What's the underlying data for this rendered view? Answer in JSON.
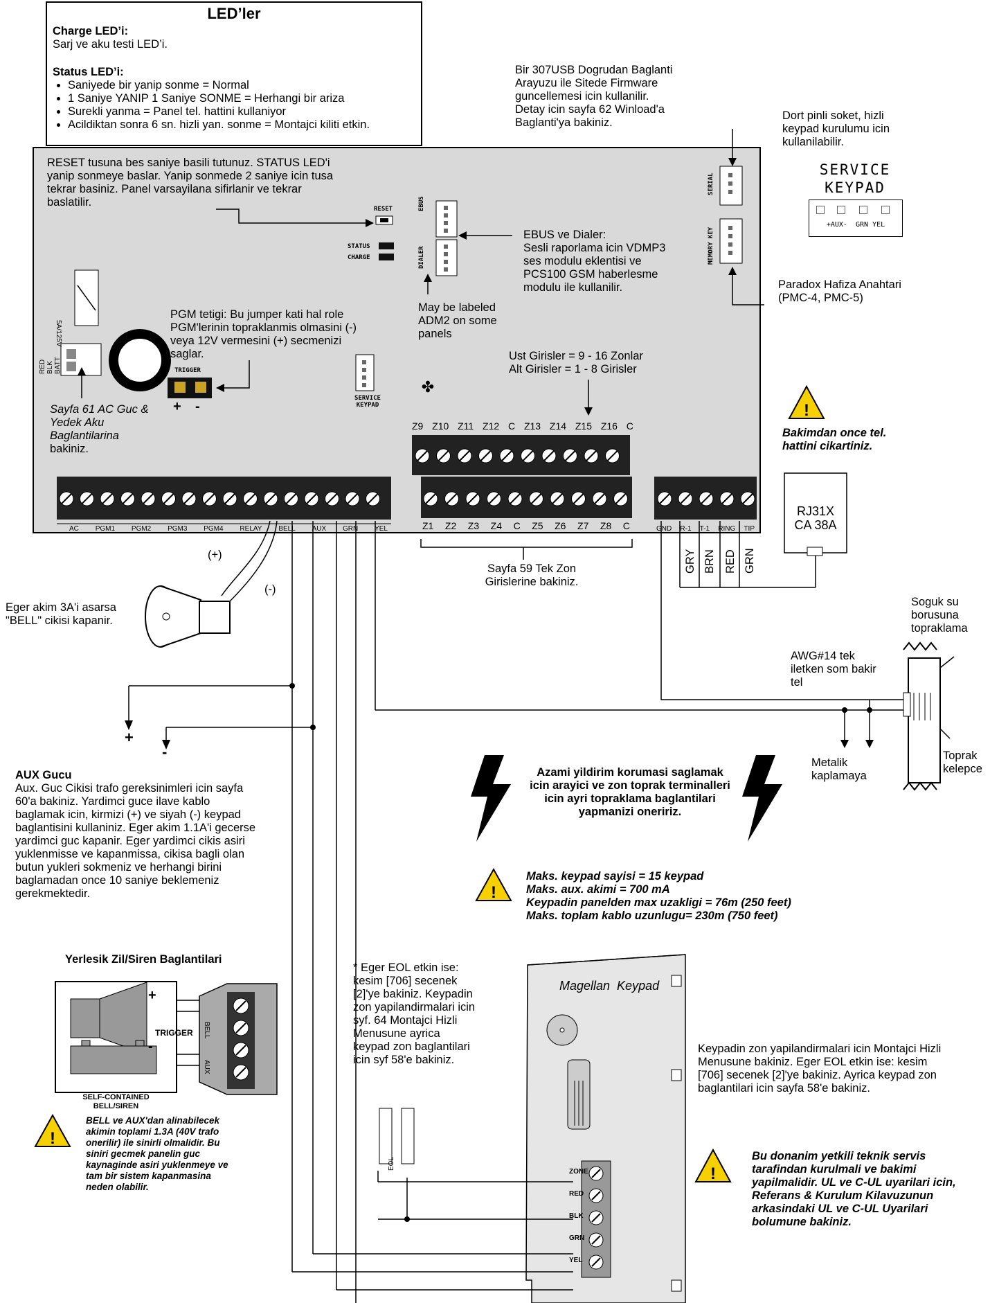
{
  "led_box": {
    "title": "LED’ler",
    "charge_heading": "Charge LED’i:",
    "charge_text": "Sarj ve aku testi LED’i.",
    "status_heading": "Status LED’i:",
    "status_items": [
      "Saniyede bir yanip sonme = Normal",
      "1 Saniye YANIP 1 Saniye SONME = Herhangi bir ariza",
      "Surekli yanma = Panel tel. hattini kullaniyor",
      "Acildiktan sonra 6 sn. hizli yan. sonme = Montajci kiliti etkin."
    ]
  },
  "notes": {
    "usb": [
      "Bir 307USB Dogrudan Baglanti",
      "Arayuzu ile Sitede Firmware",
      "guncellemesi icin kullanilir.",
      "Detay icin sayfa 62 Winload'a",
      "Baglanti'ya bakiniz."
    ],
    "four_pin": [
      "Dort pinli soket, hizli",
      "keypad kurulumu icin",
      "kullanilabilir."
    ],
    "reset": [
      "RESET tusuna bes saniye basili tutunuz. STATUS LED'i",
      "yanip sonmeye baslar. Yanip sonmede 2 saniye icin tusa",
      "tekrar basiniz. Panel varsayilana sifirlanir ve tekrar",
      "baslatilir."
    ],
    "ebus": [
      "EBUS ve Dialer:",
      "Sesli raporlama icin VDMP3",
      "ses modulu eklentisi ve",
      "PCS100 GSM haberlesme",
      "modulu ile kullanilir."
    ],
    "memory_key": [
      "Paradox Hafiza Anahtari",
      "(PMC-4, PMC-5)"
    ],
    "pgm": [
      "PGM tetigi: Bu jumper kati hal role",
      "PGM'lerinin topraklanmis olmasini (-)",
      "veya 12V vermesini (+) secmenizi",
      "saglar."
    ],
    "adm2": [
      "May be labeled",
      "ADM2 on some",
      "panels"
    ],
    "zones": [
      "Ust Girisler = 9 - 16 Zonlar",
      "Alt Girisler = 1 - 8 Girisler"
    ],
    "ac_batt": [
      "Sayfa 61 AC Guc &",
      "Yedek Aku",
      "Baglantilarina"
    ],
    "ac_batt_end": "bakiniz.",
    "zone_ref": [
      "Sayfa 59 Tek Zon",
      "Girislerine bakiniz."
    ],
    "bell_cutoff": [
      "Eger akim 3A'i asarsa",
      "\"BELL\" cikisi kapanir."
    ],
    "phone_warning": [
      "Bakimdan once tel.",
      "hattini cikartiniz."
    ],
    "water": [
      "Soguk su",
      "borusuna",
      "topraklama"
    ],
    "awg": [
      "AWG#14 tek",
      "iletken som bakir",
      "tel"
    ],
    "metal": [
      "Metalik",
      "kaplamaya"
    ],
    "clamp": [
      "Toprak",
      "kelepce"
    ],
    "lightning": [
      "Azami yildirim korumasi saglamak",
      "icin arayici ve zon toprak terminalleri",
      "icin ayri topraklama baglantilari",
      "yapmanizi oneririz."
    ],
    "limits": [
      "Maks. keypad sayisi = 15 keypad",
      "Maks. aux. akimi = 700 mA",
      "Keypadin panelden max uzakligi = 76m (250 feet)",
      "Maks. toplam kablo uzunlugu= 230m (750 feet)"
    ],
    "aux_title": "AUX Gucu",
    "aux_body": [
      "Aux. Guc Cikisi trafo gereksinimleri icin sayfa",
      "60'a bakiniz. Yardimci guce ilave kablo",
      "baglamak icin, kirmizi (+) ve siyah (-) keypad",
      "baglantisini kullaniniz. Eger akim 1.1A'i gecerse",
      "yardimci guc kapanir. Eger yardimci cikis asiri",
      "yuklenmisse ve kapanmissa, cikisa bagli olan",
      "butun yukleri sokmeniz ve herhangi birini",
      "baglamadan once 10 saniye beklemeniz",
      "gerekmektedir."
    ],
    "siren_title": "Yerlesik Zil/Siren Baglantilari",
    "eol": [
      "* Eger EOL etkin ise:",
      "kesim [706] secenek",
      "[2]'ye bakiniz. Keypadin",
      "zon yapilandirmalari icin",
      "syf. 64 Montajci Hizli",
      "Menusune ayrica",
      "keypad zon baglantilari",
      "icin syf 58'e bakiniz."
    ],
    "keypad_zone": [
      "Keypadin zon yapilandirmalari icin Montajci Hizli",
      "Menusune bakiniz. Eger EOL etkin ise: kesim",
      "[706] secenek [2]'ye bakiniz. Ayrica keypad zon",
      "baglantilari icin sayfa 58'e bakiniz."
    ],
    "bell_aux_warning": [
      "BELL ve AUX'dan alinabilecek",
      "akimin toplami 1.3A (40V trafo",
      "onerilir) ile sinirli olmalidir. Bu",
      "siniri gecmek panelin guc",
      "kaynaginde asiri yuklenmeye ve",
      "tam bir sistem kapanmasina",
      "neden olabilir."
    ],
    "service_warning": [
      "Bu donanim yetkili teknik servis",
      "tarafindan kurulmali ve bakimi",
      "yapilmalidir. UL ve C-UL uyarilari icin,",
      "Referans & Kurulum Kilavuzunun",
      "arkasindaki UL ve C-UL Uyarilari",
      "bolumune bakiniz."
    ]
  },
  "board": {
    "reset_label": "RESET",
    "status_label": "STATUS",
    "charge_label": "CHARGE",
    "ebus_label": "EBUS",
    "dialer_label": "DIALER",
    "serial_label": "SERIAL",
    "memory_key_label": "MEMORY KEY",
    "trigger_label": "TRIGGER",
    "plus": "+",
    "minus": "-",
    "service_keypad_label": [
      "SERVICE",
      "KEYPAD"
    ],
    "fuse_label": "5A/125V",
    "batt_label": [
      "RED",
      "BLK",
      "BATT"
    ],
    "upper_zone_labels": [
      "Z9",
      "Z10",
      "Z11",
      "Z12",
      "C",
      "Z13",
      "Z14",
      "Z15",
      "Z16",
      "C"
    ],
    "lower_zone_labels": [
      "Z1",
      "Z2",
      "Z3",
      "Z4",
      "C",
      "Z5",
      "Z6",
      "Z7",
      "Z8",
      "C"
    ],
    "bottom_terminal_labels": [
      "AC",
      "PGM1",
      "PGM2",
      "PGM3",
      "PGM4",
      "RELAY",
      "BELL",
      "AUX",
      "GRN",
      "YEL"
    ],
    "phone_terminal_labels": [
      "GND",
      "R-1",
      "T-1",
      "RING",
      "TIP"
    ]
  },
  "service_keypad_big": {
    "line1": "SERVICE",
    "line2": "KEYPAD",
    "pins": "+AUX-  GRN YEL"
  },
  "rj31x": [
    "RJ31X",
    "CA 38A"
  ],
  "phone_wires": [
    "GRY",
    "BRN",
    "RED",
    "GRN"
  ],
  "siren_labels": {
    "plus1": "+",
    "minus1": "-",
    "trigger": "TRIGGER",
    "caption": [
      "SELF-CONTAINED",
      "BELL/SIREN"
    ],
    "bell": "BELL",
    "aux": "AUX"
  },
  "wire_labels": {
    "pos": "(+)",
    "neg": "(-)",
    "aux_plus": "+",
    "aux_minus": "-"
  },
  "keypad": {
    "title": "Magellan  Keypad",
    "terminals": [
      "ZONE",
      "RED",
      "BLK",
      "GRN",
      "YEL"
    ],
    "eol_label": "EOL"
  }
}
